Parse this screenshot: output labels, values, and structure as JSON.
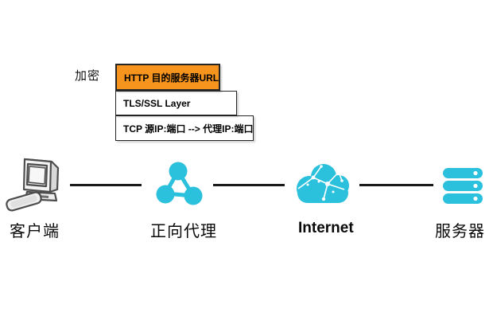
{
  "diagram": {
    "encryption_label": "加密",
    "stack": {
      "http": "HTTP 目的服务器URL",
      "tls": "TLS/SSL Layer",
      "tcp": "TCP 源IP:端口 --> 代理IP:端口"
    },
    "nodes": {
      "client": {
        "label": "客户端",
        "icon": "desktop-computer-icon"
      },
      "proxy": {
        "label": "正向代理",
        "icon": "network-nodes-icon"
      },
      "internet": {
        "label": "Internet",
        "icon": "cloud-network-icon"
      },
      "server": {
        "label": "服务器",
        "icon": "server-stack-icon"
      }
    },
    "colors": {
      "accent_cyan": "#2BC0DC",
      "accent_orange": "#F7941E",
      "connector_black": "#1A1A1A"
    }
  }
}
